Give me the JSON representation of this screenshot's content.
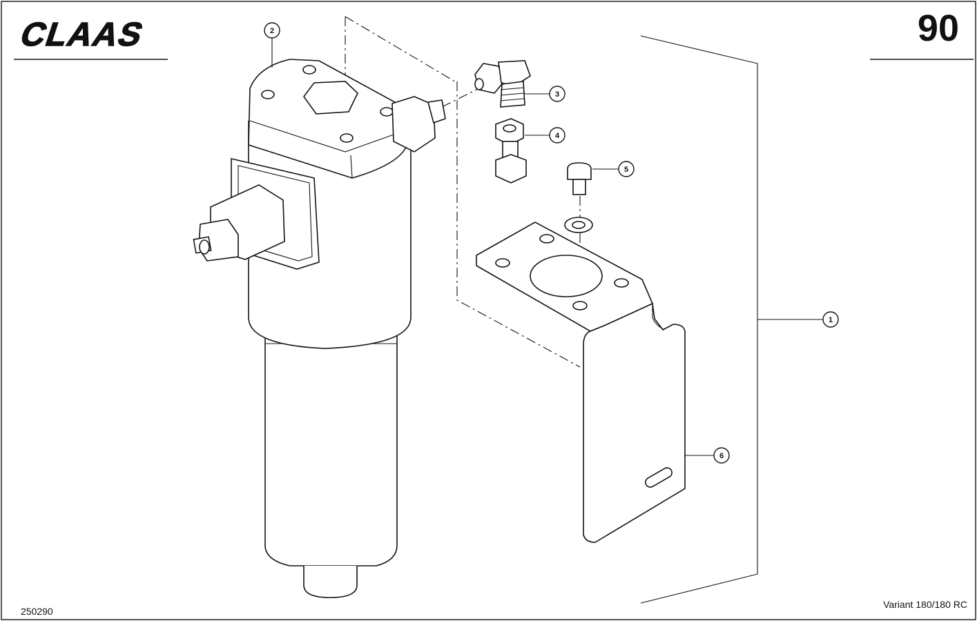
{
  "header": {
    "brand": "CLAAS",
    "page_number": "90"
  },
  "footer": {
    "drawing_number": "250290",
    "model": "Variant 180/180 RC"
  },
  "callouts": [
    "1",
    "2",
    "3",
    "4",
    "5",
    "6"
  ]
}
